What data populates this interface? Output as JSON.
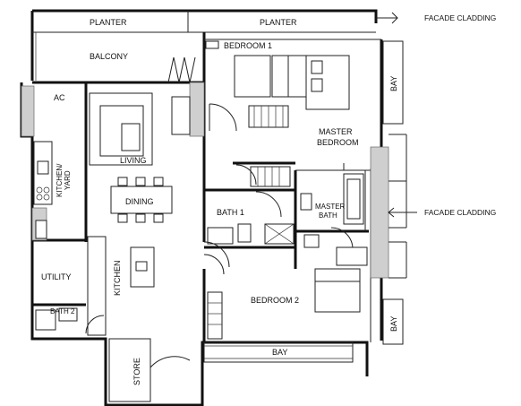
{
  "labels": {
    "planter_left": "PLANTER",
    "planter_right": "PLANTER",
    "balcony": "BALCONY",
    "bedroom1": "BEDROOM 1",
    "master_bedroom_1": "MASTER",
    "master_bedroom_2": "BEDROOM",
    "ac": "AC",
    "living": "LIVING",
    "dining": "DINING",
    "kitchen_yard_1": "KITCHEN/",
    "kitchen_yard_2": "YARD",
    "bath1": "BATH 1",
    "master_bath_1": "MASTER",
    "master_bath_2": "BATH",
    "kitchen": "KITCHEN",
    "utility": "UTILITY",
    "bath2": "BATH 2",
    "bedroom2": "BEDROOM 2",
    "store": "STORE",
    "bay_top": "BAY",
    "bay_right": "BAY",
    "bay_bottom": "BAY"
  },
  "callouts": {
    "facade_top": "FACADE CLADDING",
    "facade_mid": "FACADE CLADDING"
  }
}
